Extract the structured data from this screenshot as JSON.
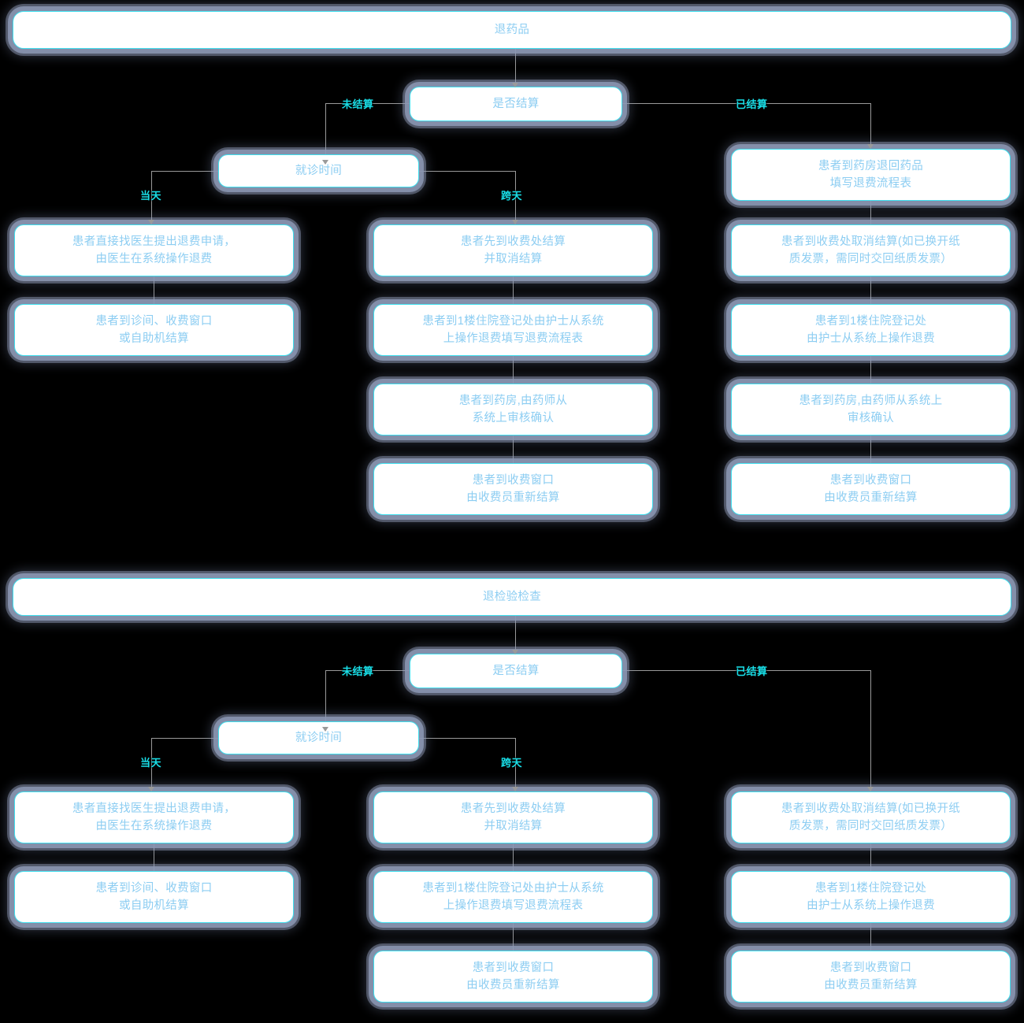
{
  "diagram": {
    "background_color": "#000000",
    "node_fill": "#ffffff",
    "node_border_color": "#3fe0ef",
    "node_text_color": "#8ccdf2",
    "edge_label_color": "#19dfe8",
    "connector_color": "#9a9a9a",
    "sections": [
      {
        "id": "section-drug-return",
        "title": "退药品",
        "decision": "是否结算",
        "decision_branches": [
          "未结算",
          "已结算"
        ],
        "sub_decision": "就诊时间",
        "sub_decision_branches": [
          "当天",
          "跨天"
        ],
        "columns": {
          "same_day": [
            "患者直接找医生提出退费申请，\n由医生在系统操作退费",
            "患者到诊间、收费窗口\n或自助机结算"
          ],
          "cross_day": [
            "患者先到收费处结算\n并取消结算",
            "患者到1楼住院登记处由护士从系统\n上操作退费填写退费流程表",
            "患者到药房,由药师从\n系统上审核确认",
            "患者到收费窗口\n由收费员重新结算"
          ],
          "settled": [
            "患者到药房退回药品\n填写退费流程表",
            "患者到收费处取消结算(如已换开纸\n质发票，需同时交回纸质发票）",
            "患者到1楼住院登记处\n由护士从系统上操作退费",
            "患者到药房,由药师从系统上\n审核确认",
            "患者到收费窗口\n由收费员重新结算"
          ]
        }
      },
      {
        "id": "section-exam-return",
        "title": "退检验检查",
        "decision": "是否结算",
        "decision_branches": [
          "未结算",
          "已结算"
        ],
        "sub_decision": "就诊时间",
        "sub_decision_branches": [
          "当天",
          "跨天"
        ],
        "columns": {
          "same_day": [
            "患者直接找医生提出退费申请，\n由医生在系统操作退费",
            "患者到诊间、收费窗口\n或自助机结算"
          ],
          "cross_day": [
            "患者先到收费处结算\n并取消结算",
            "患者到1楼住院登记处由护士从系统\n上操作退费填写退费流程表",
            "患者到收费窗口\n由收费员重新结算"
          ],
          "settled": [
            "患者到收费处取消结算(如已换开纸\n质发票，需同时交回纸质发票）",
            "患者到1楼住院登记处\n由护士从系统上操作退费",
            "患者到收费窗口\n由收费员重新结算"
          ]
        }
      }
    ]
  }
}
